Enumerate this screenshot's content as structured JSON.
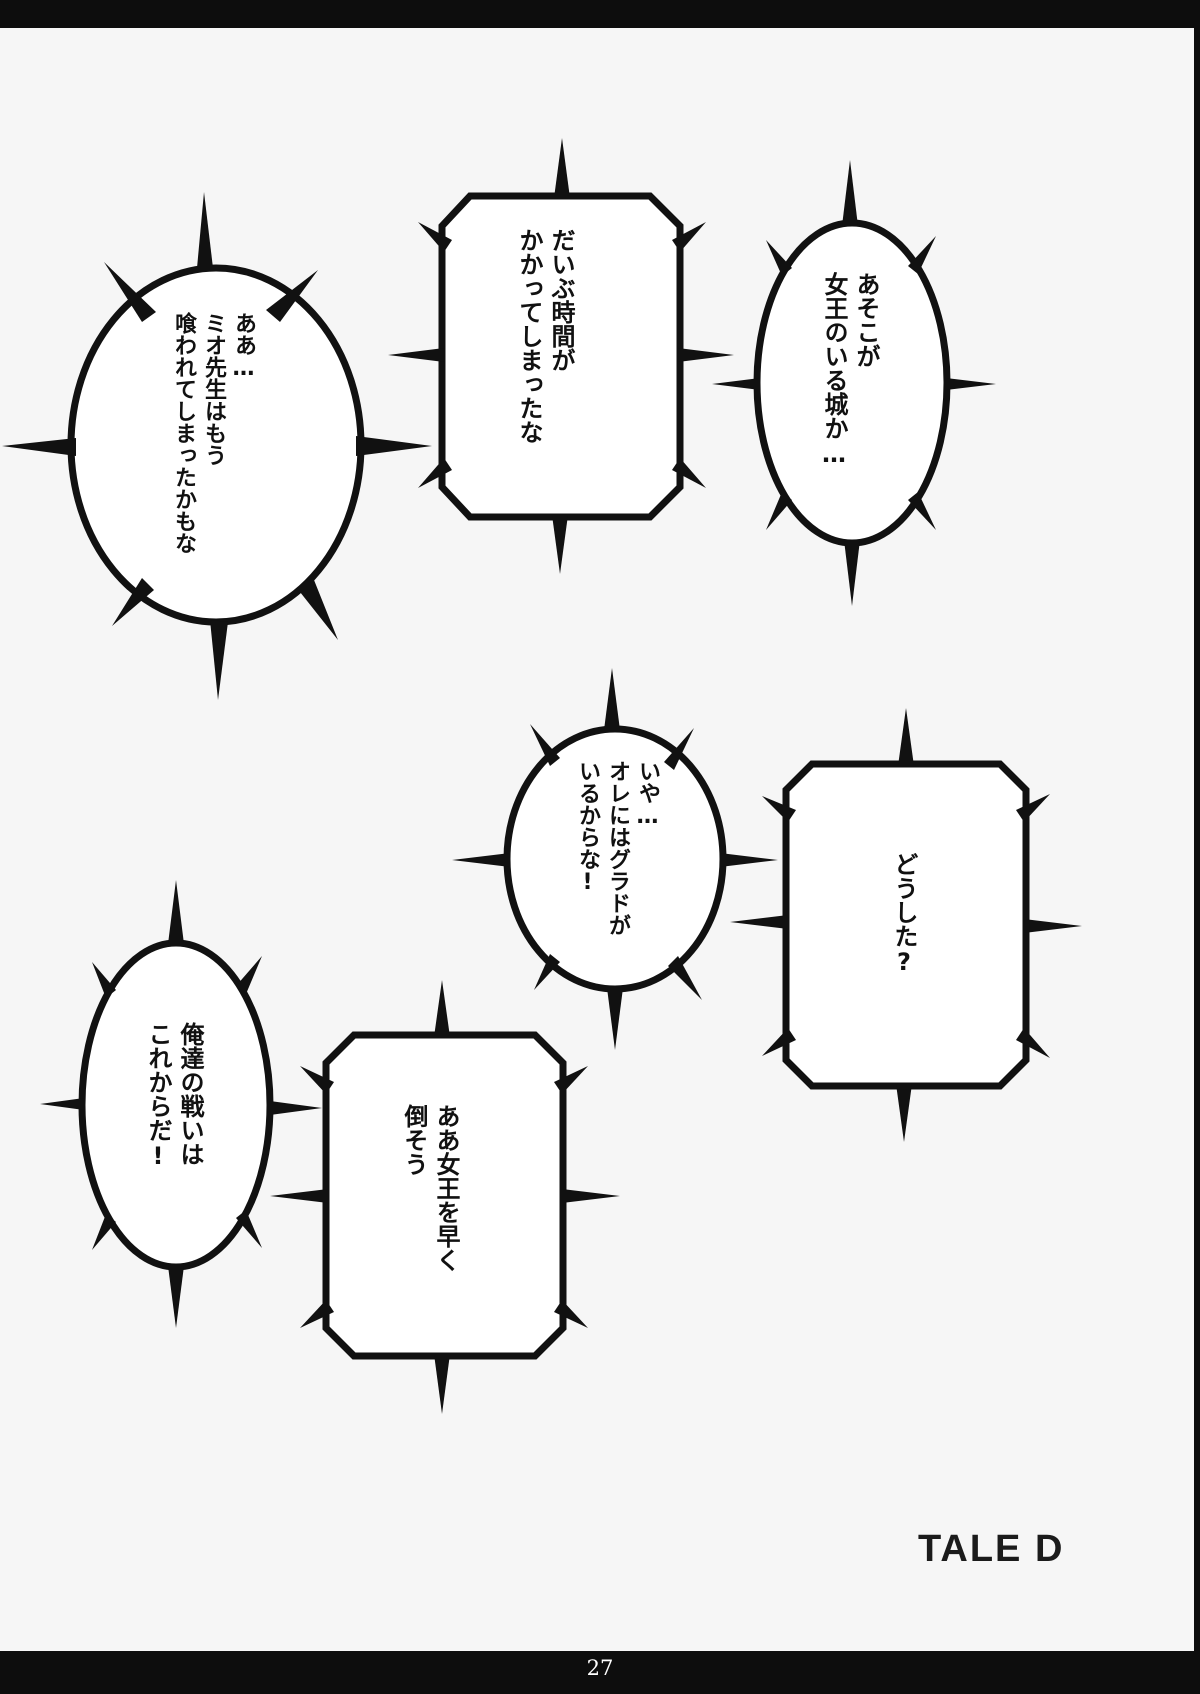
{
  "page_number": "27",
  "brand": "TALE D",
  "balloons": [
    {
      "id": "b1",
      "lines": [
        "あそこが",
        "女王のいる城か…"
      ]
    },
    {
      "id": "b2",
      "lines": [
        "だいぶ時間が",
        "かかってしまったな"
      ]
    },
    {
      "id": "b3",
      "lines": [
        "ああ…",
        "ミオ先生はもう",
        "喰われてしまったかもな"
      ]
    },
    {
      "id": "b4",
      "lines": [
        "どうした?"
      ]
    },
    {
      "id": "b5",
      "lines": [
        "いや…",
        "オレにはグラドが",
        "いるからな!"
      ]
    },
    {
      "id": "b6",
      "lines": [
        "ああ女王を早く",
        "倒そう"
      ]
    },
    {
      "id": "b7",
      "lines": [
        "俺達の戦いは",
        "これからだ!"
      ]
    }
  ],
  "colors": {
    "ink": "#111111",
    "paper": "#f6f6f6",
    "frame": "#0d0d0d"
  }
}
